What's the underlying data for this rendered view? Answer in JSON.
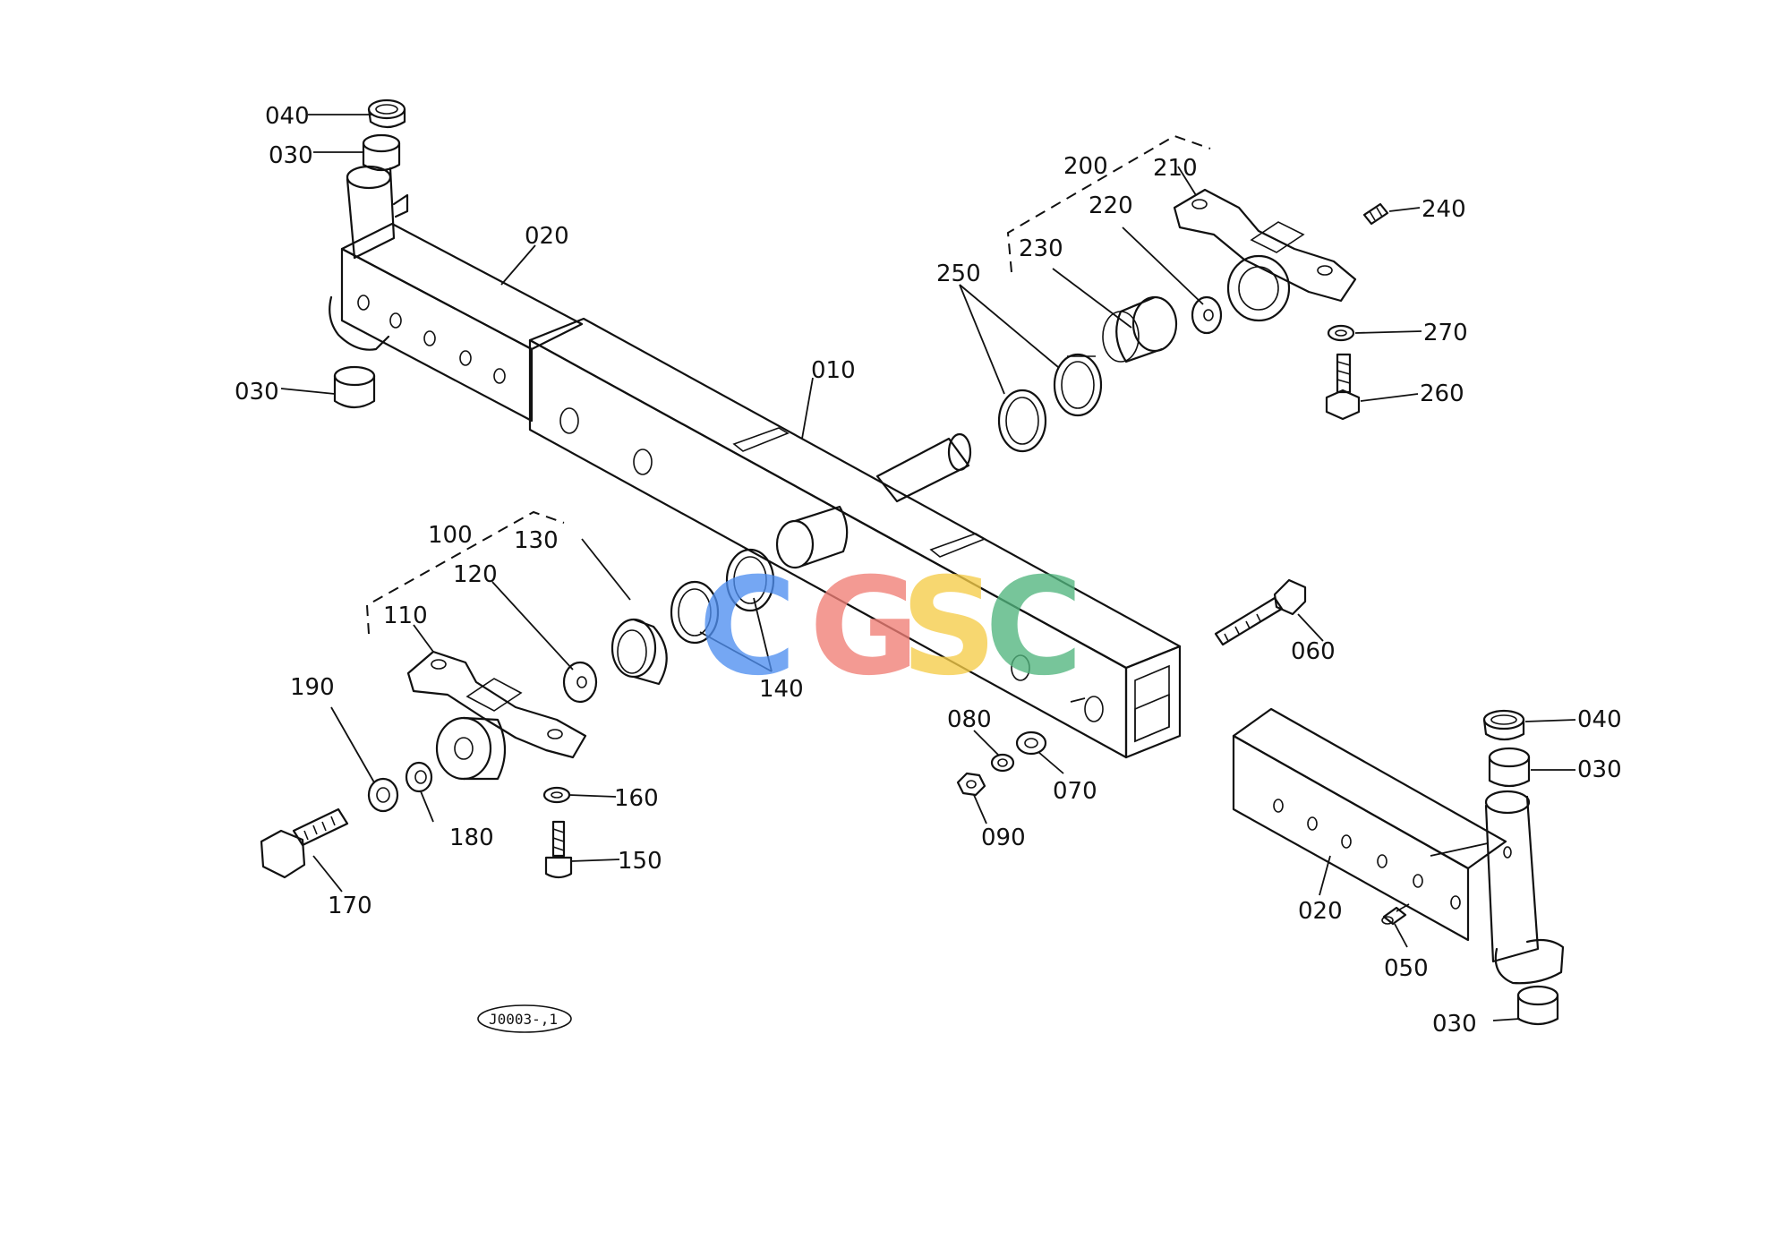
{
  "labels": {
    "l010": "010",
    "l020a": "020",
    "l020b": "020",
    "l030a": "030",
    "l030b": "030",
    "l030c": "030",
    "l030d": "030",
    "l040a": "040",
    "l040b": "040",
    "l050": "050",
    "l060": "060",
    "l070": "070",
    "l080": "080",
    "l090": "090",
    "l100": "100",
    "l110": "110",
    "l120": "120",
    "l130": "130",
    "l140": "140",
    "l150": "150",
    "l160": "160",
    "l170": "170",
    "l180": "180",
    "l190": "190",
    "l200": "200",
    "l210": "210",
    "l220": "220",
    "l230": "230",
    "l240": "240",
    "l250": "250",
    "l260": "260",
    "l270": "270"
  },
  "drawing_code": "J0003-,1",
  "watermark": {
    "letters": [
      "C",
      "G",
      "S",
      "C"
    ],
    "colors": [
      "#4f8ff0",
      "#f07e76",
      "#f6cc48",
      "#52b67e"
    ]
  }
}
